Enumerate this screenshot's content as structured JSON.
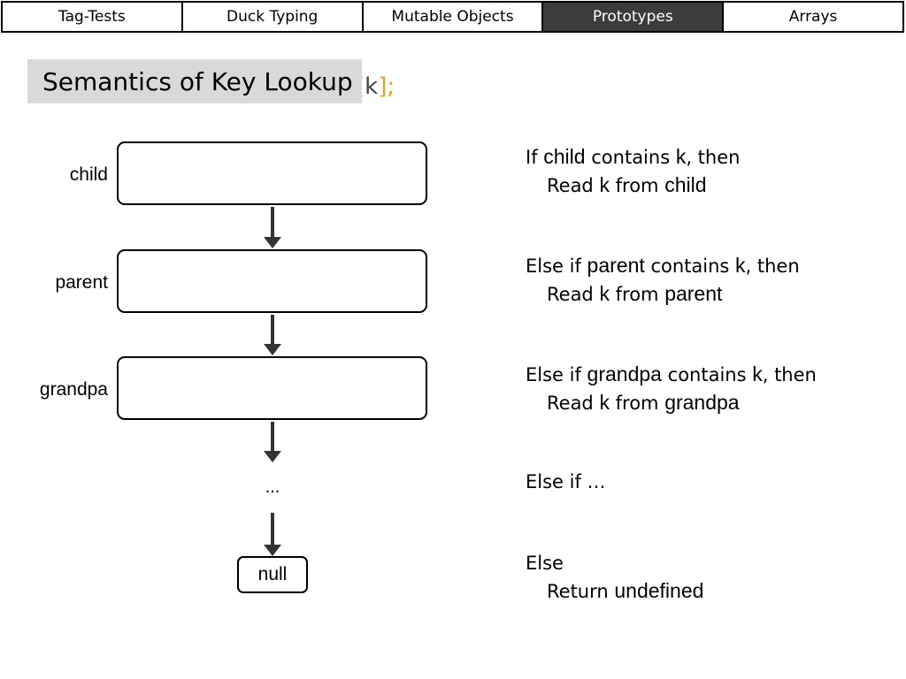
{
  "tabs": [
    {
      "label": "Tag-Tests",
      "active": false
    },
    {
      "label": "Duck Typing",
      "active": false
    },
    {
      "label": "Mutable Objects",
      "active": false
    },
    {
      "label": "Prototypes",
      "active": true
    },
    {
      "label": "Arrays",
      "active": false
    }
  ],
  "title": "Semantics of Key Lookup",
  "code_fragment": {
    "open": "[",
    "key": "k",
    "close": "];"
  },
  "diagram": {
    "objects": [
      "child",
      "parent",
      "grandpa"
    ],
    "ellipsis": "...",
    "terminal": "null"
  },
  "rules": {
    "r1": {
      "a": "If ",
      "obj": "child",
      "b": " contains ",
      "k": "k",
      "c": ", then",
      "d": "Read ",
      "k2": "k",
      "e": " from ",
      "obj2": "child"
    },
    "r2": {
      "a": "Else if ",
      "obj": "parent",
      "b": " contains ",
      "k": "k",
      "c": ", then",
      "d": "Read ",
      "k2": "k",
      "e": " from ",
      "obj2": "parent"
    },
    "r3": {
      "a": "Else if ",
      "obj": "grandpa",
      "b": " contains ",
      "k": "k",
      "c": ", then",
      "d": "Read ",
      "k2": "k",
      "e": " from ",
      "obj2": "grandpa"
    },
    "r4": {
      "a": "Else if …"
    },
    "r5": {
      "a": "Else",
      "d": "Return ",
      "val": "undefined"
    }
  },
  "colors": {
    "active_tab": "#3c3c3c",
    "title_bg": "#d9d9d9",
    "code_accent": "#e0a030"
  }
}
